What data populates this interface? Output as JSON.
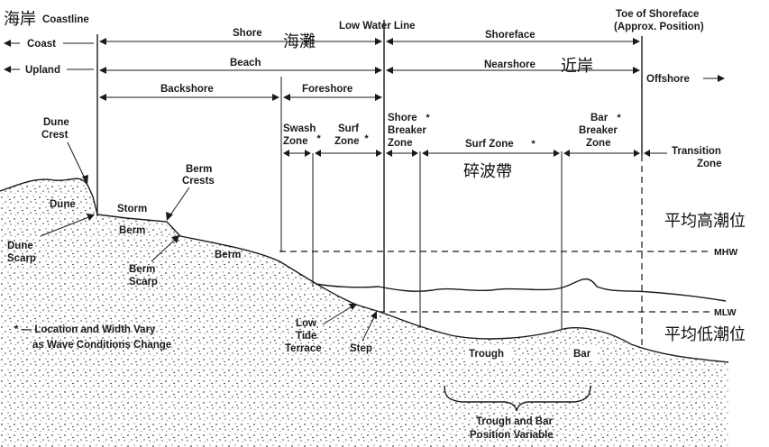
{
  "labels": {
    "coastline_zh": "海岸",
    "coastline": "Coastline",
    "coast": "Coast",
    "upland": "Upland",
    "shore": "Shore",
    "shore_zh": "海灘",
    "low_water_line": "Low Water Line",
    "shoreface": "Shoreface",
    "toe_line1": "Toe of Shoreface",
    "toe_line2": "(Approx. Position)",
    "beach": "Beach",
    "nearshore": "Nearshore",
    "nearshore_zh": "近岸",
    "offshore": "Offshore",
    "backshore": "Backshore",
    "foreshore": "Foreshore",
    "dune_crest_1": "Dune",
    "dune_crest_2": "Crest",
    "dune": "Dune",
    "dune_scarp_1": "Dune",
    "dune_scarp_2": "Scarp",
    "storm": "Storm",
    "storm_berm": "Berm",
    "berm_crests_1": "Berm",
    "berm_crests_2": "Crests",
    "berm": "Berm",
    "berm_scarp_1": "Berm",
    "berm_scarp_2": "Scarp",
    "swash_1": "Swash",
    "swash_2": "Zone",
    "surf_1": "Surf",
    "surf_2": "Zone",
    "shore_breaker_1": "Shore",
    "shore_breaker_2": "Breaker",
    "shore_breaker_3": "Zone",
    "surf_zone": "Surf Zone",
    "bar_breaker_1": "Bar",
    "bar_breaker_2": "Breaker",
    "bar_breaker_3": "Zone",
    "transition_1": "Transition",
    "transition_2": "Zone",
    "breaker_zh": "碎波帶",
    "mhw_zh": "平均高潮位",
    "mlw_zh": "平均低潮位",
    "mhw": "MHW",
    "mlw": "MLW",
    "low_tide_1": "Low",
    "low_tide_2": "Tide",
    "low_tide_3": "Terrace",
    "step": "Step",
    "trough": "Trough",
    "bar": "Bar",
    "trough_bar_1": "Trough and Bar",
    "trough_bar_2": "Position Variable",
    "note_1": "* — Location and Width Vary",
    "note_2": "as Wave Conditions Change",
    "asterisk": "*"
  },
  "colors": {
    "ink": "#1a1a1a",
    "sand_dots": "#444444",
    "background": "#ffffff"
  }
}
